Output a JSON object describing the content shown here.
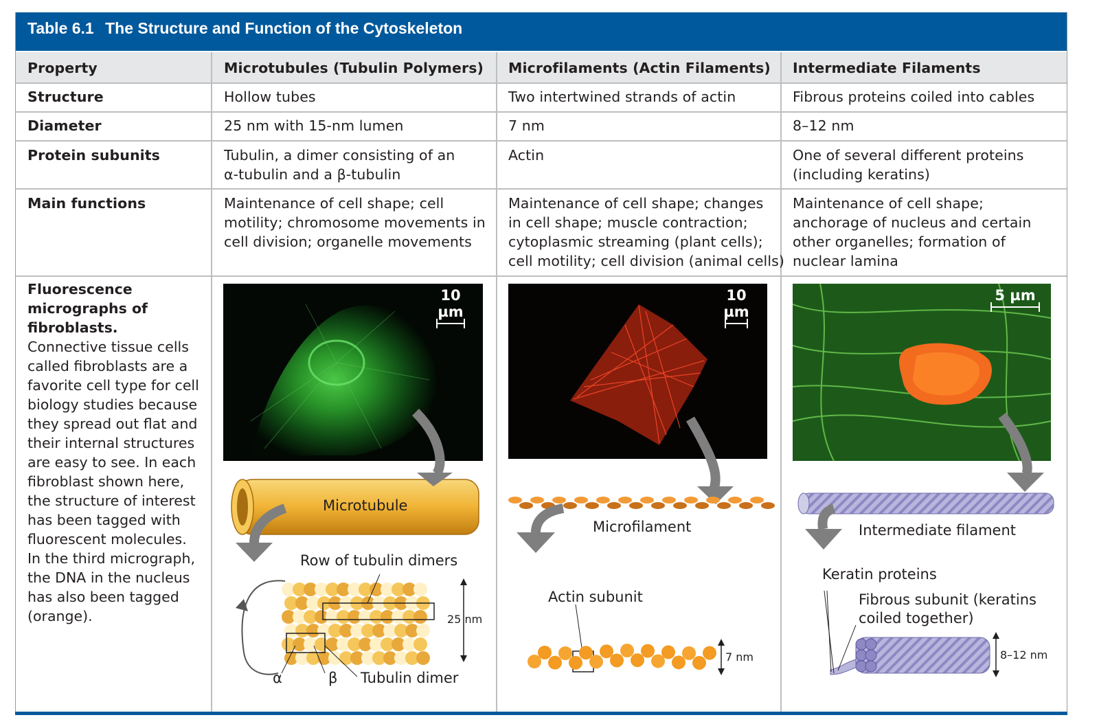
{
  "title": {
    "number": "Table 6.1",
    "text": "The Structure and Function of the Cytoskeleton"
  },
  "header": {
    "property": "Property",
    "col1": "Microtubules (Tubulin Polymers)",
    "col2": "Microfilaments (Actin Filaments)",
    "col3": "Intermediate Filaments"
  },
  "rows": {
    "structure": {
      "label": "Structure",
      "c1": "Hollow tubes",
      "c2": "Two intertwined strands of actin",
      "c3": "Fibrous proteins coiled into cables"
    },
    "diameter": {
      "label": "Diameter",
      "c1": "25 nm with 15-nm lumen",
      "c2": "7 nm",
      "c3": "8–12 nm"
    },
    "subunits": {
      "label": "Protein subunits",
      "c1_line1": "Tubulin, a dimer consisting of an",
      "c1_line2": "α-tubulin and a β-tubulin",
      "c2": "Actin",
      "c3_line1": "One of several different proteins",
      "c3_line2": "(including keratins)"
    },
    "functions": {
      "label": "Main functions",
      "c1": [
        "Maintenance of cell shape; cell",
        "motility; chromosome movements in",
        "cell division; organelle movements"
      ],
      "c2": [
        "Maintenance of cell shape; changes",
        "in cell shape; muscle contraction;",
        "cytoplasmic streaming (plant cells);",
        "cell motility; cell division (animal cells)"
      ],
      "c3": [
        "Maintenance of cell shape;",
        "anchorage of nucleus and certain",
        "other organelles; formation of",
        "nuclear lamina"
      ]
    },
    "micrographs": {
      "label_bold": [
        "Fluorescence",
        "micrographs of",
        "fibroblasts."
      ],
      "label_text": [
        "Connective tissue cells",
        "called fibroblasts are a",
        "favorite cell type for cell",
        "biology studies because",
        "they spread out flat and",
        "their internal structures",
        "are easy to see. In each",
        "fibroblast shown here,",
        "the structure of interest",
        "has been tagged with",
        "fluorescent molecules.",
        "In the third micrograph,",
        "the DNA in the nucleus",
        "has also been tagged",
        "(orange)."
      ]
    }
  },
  "figures": {
    "scale1": "10 µm",
    "scale2": "10 µm",
    "scale3": "5 µm",
    "microtubule": "Microtubule",
    "row_dimers": "Row of tubulin dimers",
    "nm25": "25 nm",
    "alpha": "α",
    "beta": "β",
    "tubulin_dimer": "Tubulin dimer",
    "microfilament": "Microfilament",
    "actin_subunit": "Actin subunit",
    "nm7": "7 nm",
    "intermediate": "Intermediate filament",
    "keratin": "Keratin proteins",
    "fibrous1": "Fibrous subunit (keratins",
    "fibrous2": "coiled together)",
    "nm812": "8–12 nm"
  },
  "colors": {
    "title_bar": "#00599c",
    "header_row": "#e6e7e8",
    "grid": "#bcbec0"
  }
}
